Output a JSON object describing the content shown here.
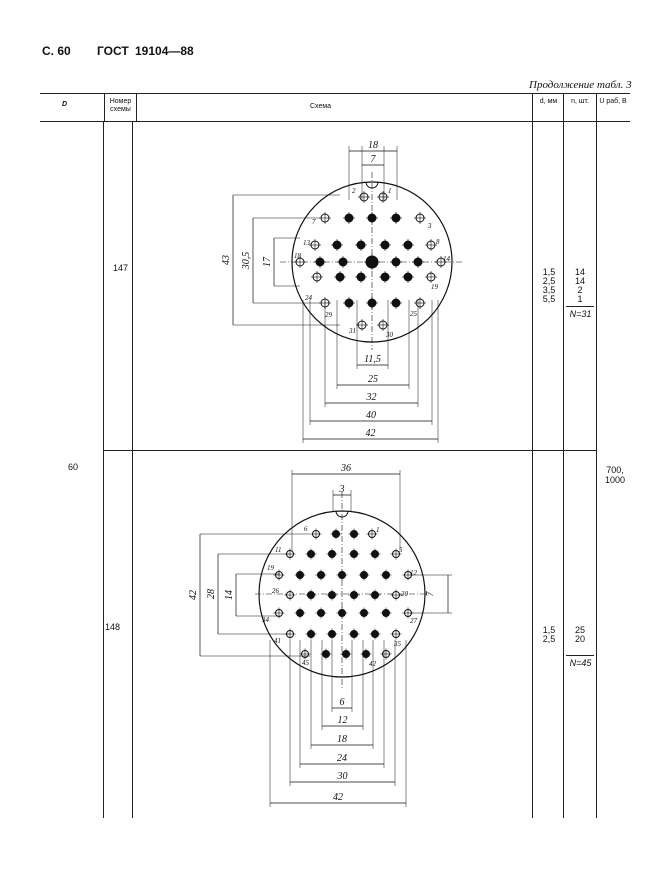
{
  "header": {
    "page": "С. 60",
    "standard": "ГОСТ",
    "number": "19104—88"
  },
  "continuation": "Продолжение табл. 3",
  "columns": {
    "d": "D",
    "num": "Номер схемы",
    "scheme": "Схема",
    "dmm": "d, мм",
    "n": "n, шт.",
    "u": "U раб, В"
  },
  "body": {
    "D": "60",
    "U": "700, 1000"
  },
  "rows": [
    {
      "num": "147",
      "d_vals": [
        "1,5",
        "2,5",
        "3,5",
        "5,5"
      ],
      "n_vals": [
        "14",
        "14",
        "2",
        "1"
      ],
      "N": "N=31",
      "dims_top": [
        "18",
        "7"
      ],
      "dims_left": [
        "43",
        "30,5",
        "17"
      ],
      "dims_bottom": [
        "11,5",
        "25",
        "32",
        "40",
        "42"
      ],
      "pins": [
        "1",
        "2",
        "3",
        "7",
        "8",
        "13",
        "14",
        "18",
        "19",
        "24",
        "25",
        "29",
        "30",
        "31"
      ]
    },
    {
      "num": "148",
      "d_vals": [
        "1,5",
        "2,5"
      ],
      "n_vals": [
        "25",
        "20"
      ],
      "N": "N=45",
      "dims_top": [
        "36",
        "3"
      ],
      "dims_left": [
        "42",
        "28",
        "14"
      ],
      "dims_right": [
        "7"
      ],
      "dims_bottom": [
        "6",
        "12",
        "18",
        "24",
        "30",
        "42"
      ],
      "pins": [
        "1",
        "5",
        "6",
        "11",
        "12",
        "19",
        "20",
        "26",
        "27",
        "34",
        "35",
        "41",
        "42",
        "45"
      ]
    }
  ]
}
